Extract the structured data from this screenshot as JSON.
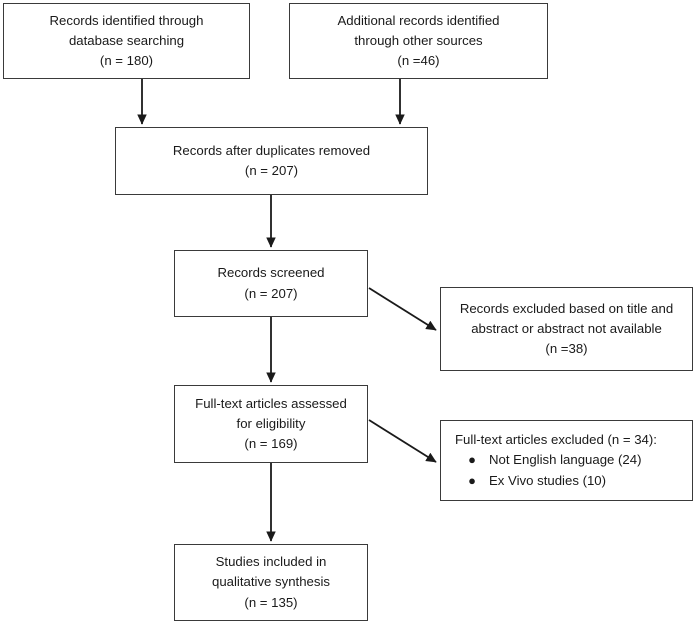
{
  "diagram": {
    "title": "PRISMA study selection flow diagram",
    "stroke_color": "#3a3a3a",
    "text_color": "#1a1a1a",
    "background": "#ffffff",
    "nodes": {
      "identified_database": {
        "line1": "Records identified through",
        "line2": "database searching",
        "line3": "(n = 180)"
      },
      "identified_other": {
        "line1": "Additional records identified",
        "line2": "through other sources",
        "line3": "(n =46)"
      },
      "duplicates_removed": {
        "line1": "Records after duplicates removed",
        "line2": "(n = 207)"
      },
      "records_screened": {
        "line1": "Records screened",
        "line2": "(n = 207)"
      },
      "records_excluded": {
        "line1": "Records excluded based on title and",
        "line2": "abstract or abstract not available",
        "line3": "(n =38)"
      },
      "fulltext_assessed": {
        "line1": "Full-text articles assessed",
        "line2": "for eligibility",
        "line3": "(n = 169)"
      },
      "fulltext_excluded": {
        "heading": "Full-text articles excluded (n = 34):",
        "bullet_glyph": "●",
        "bullets": [
          "Not English language (24)",
          "Ex Vivo studies (10)"
        ]
      },
      "studies_included": {
        "line1": "Studies included in",
        "line2": "qualitative synthesis",
        "line3": "(n = 135)"
      }
    },
    "connectors": [
      {
        "name": "arrow-database-to-dedup",
        "kind": "vertical-arrow"
      },
      {
        "name": "arrow-other-to-dedup",
        "kind": "vertical-arrow"
      },
      {
        "name": "arrow-dedup-to-screened",
        "kind": "vertical-arrow"
      },
      {
        "name": "arrow-screened-to-excluded",
        "kind": "diagonal-arrow"
      },
      {
        "name": "arrow-screened-to-fulltext",
        "kind": "vertical-arrow"
      },
      {
        "name": "arrow-fulltext-to-excluded",
        "kind": "diagonal-arrow"
      },
      {
        "name": "arrow-fulltext-to-included",
        "kind": "vertical-arrow"
      }
    ]
  },
  "chart_data": {
    "type": "diagram",
    "title": "PRISMA flow of study selection",
    "stages": [
      {
        "label": "Records identified through database searching",
        "n": 180
      },
      {
        "label": "Additional records identified through other sources",
        "n": 46
      },
      {
        "label": "Records after duplicates removed",
        "n": 207
      },
      {
        "label": "Records screened",
        "n": 207
      },
      {
        "label": "Records excluded based on title and abstract or abstract not available",
        "n": 38
      },
      {
        "label": "Full-text articles assessed for eligibility",
        "n": 169
      },
      {
        "label": "Full-text articles excluded",
        "n": 34,
        "reasons": [
          {
            "label": "Not English language",
            "n": 24
          },
          {
            "label": "Ex Vivo studies",
            "n": 10
          }
        ]
      },
      {
        "label": "Studies included in qualitative synthesis",
        "n": 135
      }
    ]
  }
}
